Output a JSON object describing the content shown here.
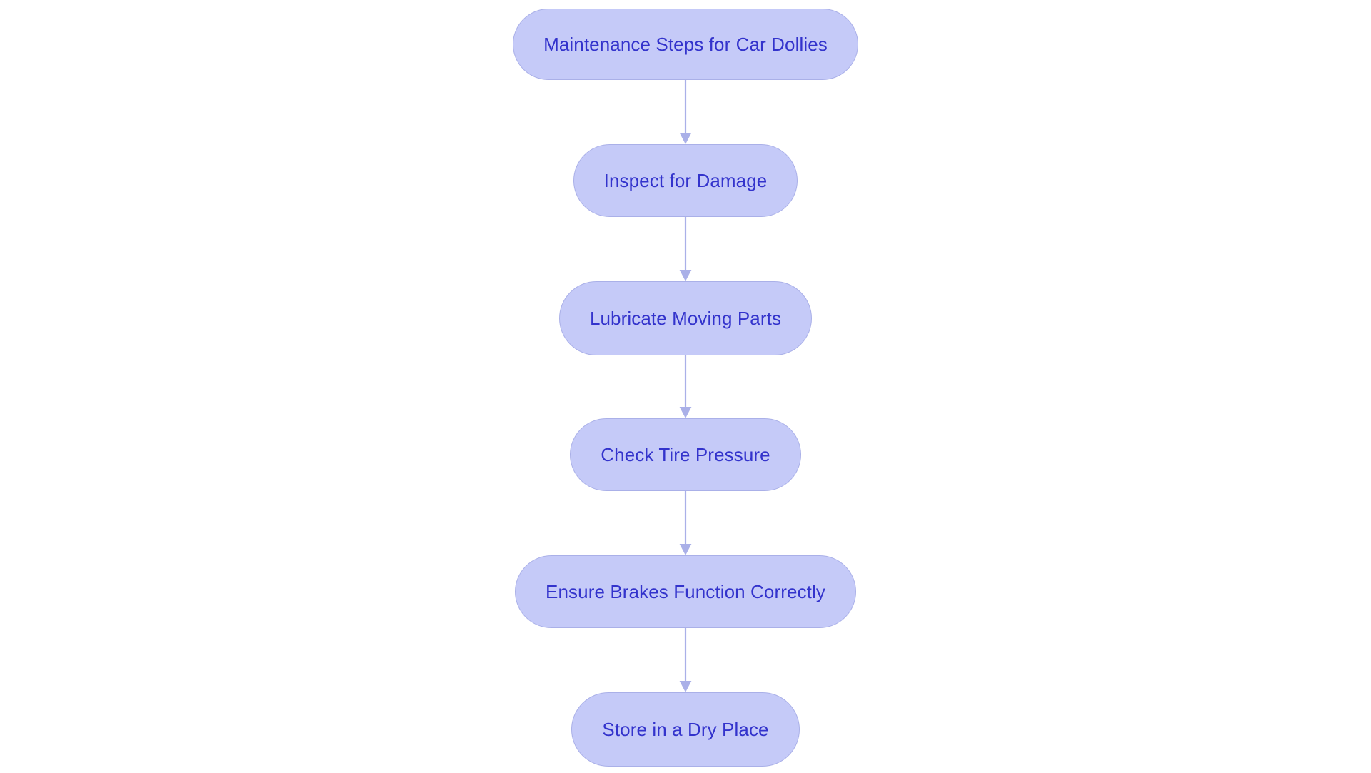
{
  "chart_data": {
    "type": "diagram",
    "diagram_kind": "flowchart",
    "orientation": "top-to-bottom",
    "title": "Maintenance Steps for Car Dollies",
    "node_shape": "rounded-pill",
    "colors": {
      "canvas_background": "#ffffff",
      "node_fill": "#c5caf8",
      "node_border": "#aab0e8",
      "node_text": "#3333cc",
      "edge_line": "#aab0e8",
      "arrowhead": "#aab0e8"
    },
    "nodes": [
      {
        "id": "n0",
        "label": "Maintenance Steps for Car Dollies"
      },
      {
        "id": "n1",
        "label": "Inspect for Damage"
      },
      {
        "id": "n2",
        "label": "Lubricate Moving Parts"
      },
      {
        "id": "n3",
        "label": "Check Tire Pressure"
      },
      {
        "id": "n4",
        "label": "Ensure Brakes Function Correctly"
      },
      {
        "id": "n5",
        "label": "Store in a Dry Place"
      }
    ],
    "edges": [
      {
        "from": "n0",
        "to": "n1",
        "label": "",
        "arrow": "down"
      },
      {
        "from": "n1",
        "to": "n2",
        "label": "",
        "arrow": "down"
      },
      {
        "from": "n2",
        "to": "n3",
        "label": "",
        "arrow": "down"
      },
      {
        "from": "n3",
        "to": "n4",
        "label": "",
        "arrow": "down"
      },
      {
        "from": "n4",
        "to": "n5",
        "label": "",
        "arrow": "down"
      }
    ]
  },
  "flowchart": {
    "nodes": [
      {
        "label": "Maintenance Steps for Car Dollies"
      },
      {
        "label": "Inspect for Damage"
      },
      {
        "label": "Lubricate Moving Parts"
      },
      {
        "label": "Check Tire Pressure"
      },
      {
        "label": "Ensure Brakes Function Correctly"
      },
      {
        "label": "Store in a Dry Place"
      }
    ],
    "connector_icon": "arrow-down-icon"
  }
}
